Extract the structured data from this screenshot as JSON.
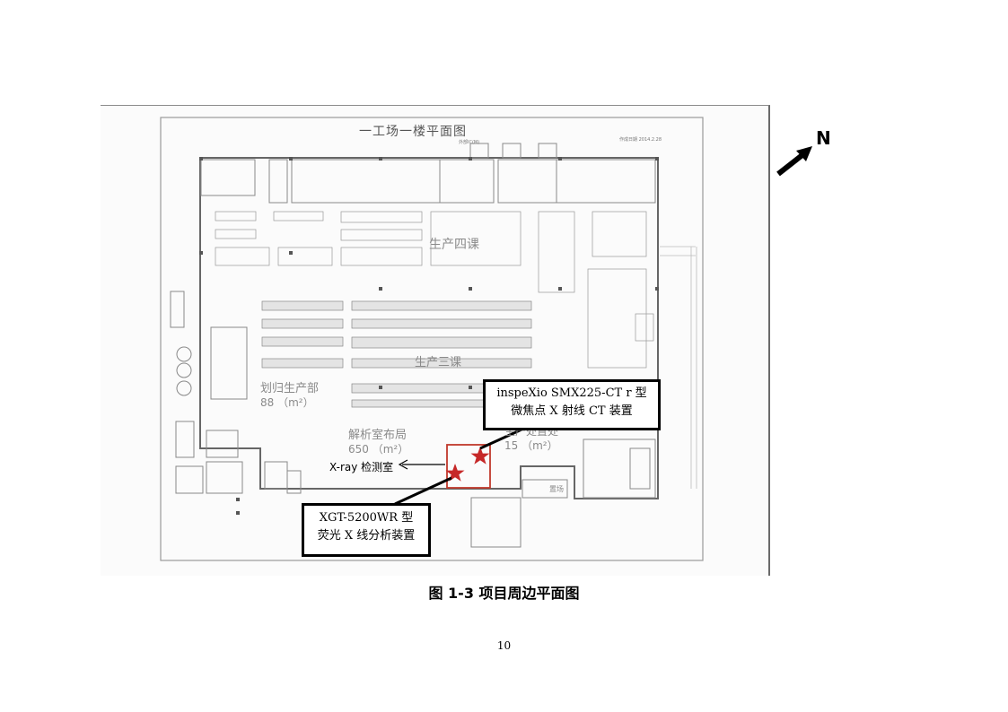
{
  "plan": {
    "title": "一工场一楼平面图",
    "small_labels": {
      "top_corridor": "外部IC(M)",
      "date": "作成日期 2014.2.28"
    },
    "rooms": {
      "production_4": "生产四课",
      "production_3": "生产三课",
      "planning_dept": "划归生产部",
      "planning_area": "88 （m²）",
      "analysis_room": "解析室布局",
      "analysis_area": "650 （m²）",
      "processing": "生产处置处",
      "processing_area": "15 （m²）",
      "plaza": "置场"
    }
  },
  "callouts": {
    "ct": {
      "line1": "inspeXio SMX225-CT r 型",
      "line2": "微焦点 X 射线 CT 装置"
    },
    "xgt": {
      "line1": "XGT-5200WR 型",
      "line2": "荧光 X 线分析装置"
    },
    "xray_room": "X-ray 检测室"
  },
  "north": "N",
  "caption": "图 1-3  项目周边平面图",
  "page_number": "10",
  "colors": {
    "highlight": "#c0392b",
    "marker": "#c62828"
  }
}
